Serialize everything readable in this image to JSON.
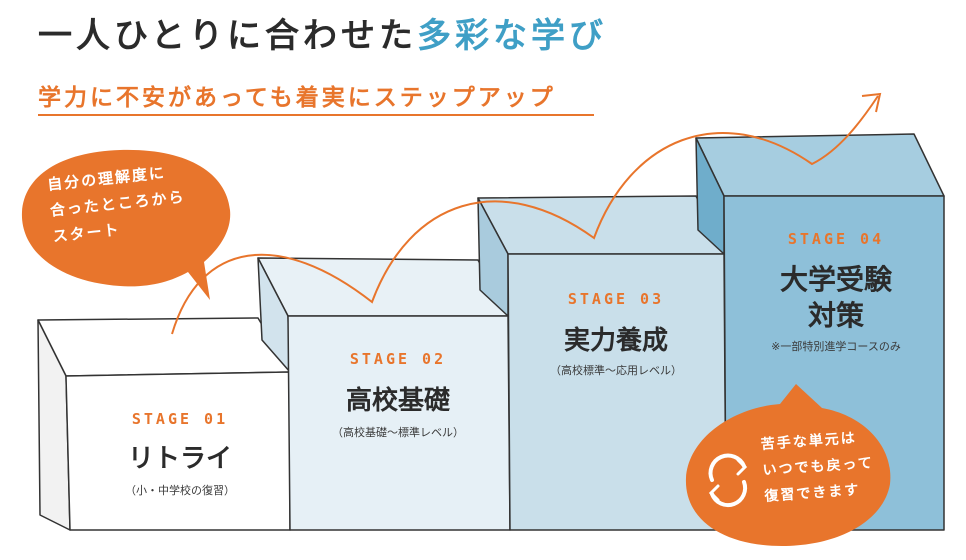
{
  "header": {
    "title_main": "一人ひとりに合わせた",
    "title_accent": "多彩な学び",
    "subtitle": "学力に不安があっても着実にステップアップ"
  },
  "left_bubble": {
    "lines": [
      "自分の理解度に",
      "合ったところから",
      "スタート"
    ]
  },
  "stages": [
    {
      "label": "STAGE 01",
      "name": "リトライ",
      "note": "（小・中学校の復習）"
    },
    {
      "label": "STAGE 02",
      "name": "高校基礎",
      "note": "（高校基礎〜標準レベル）"
    },
    {
      "label": "STAGE 03",
      "name": "実力養成",
      "note": "（高校標準〜応用レベル）"
    },
    {
      "label": "STAGE 04",
      "name_line1": "大学受験",
      "name_line2": "対策",
      "note": "※一部特別進学コースのみ"
    }
  ],
  "right_bubble": {
    "icon": "refresh-icon",
    "lines": [
      "苦手な単元は",
      "いつでも戻って",
      "復習できます"
    ]
  },
  "colors": {
    "accent_orange": "#e8752c",
    "accent_blue": "#3f9fc6",
    "stage1_front": "#ffffff",
    "stage2_front": "#e6f0f6",
    "stage3_front": "#c9dfea",
    "stage4_front": "#8ec0d9"
  }
}
